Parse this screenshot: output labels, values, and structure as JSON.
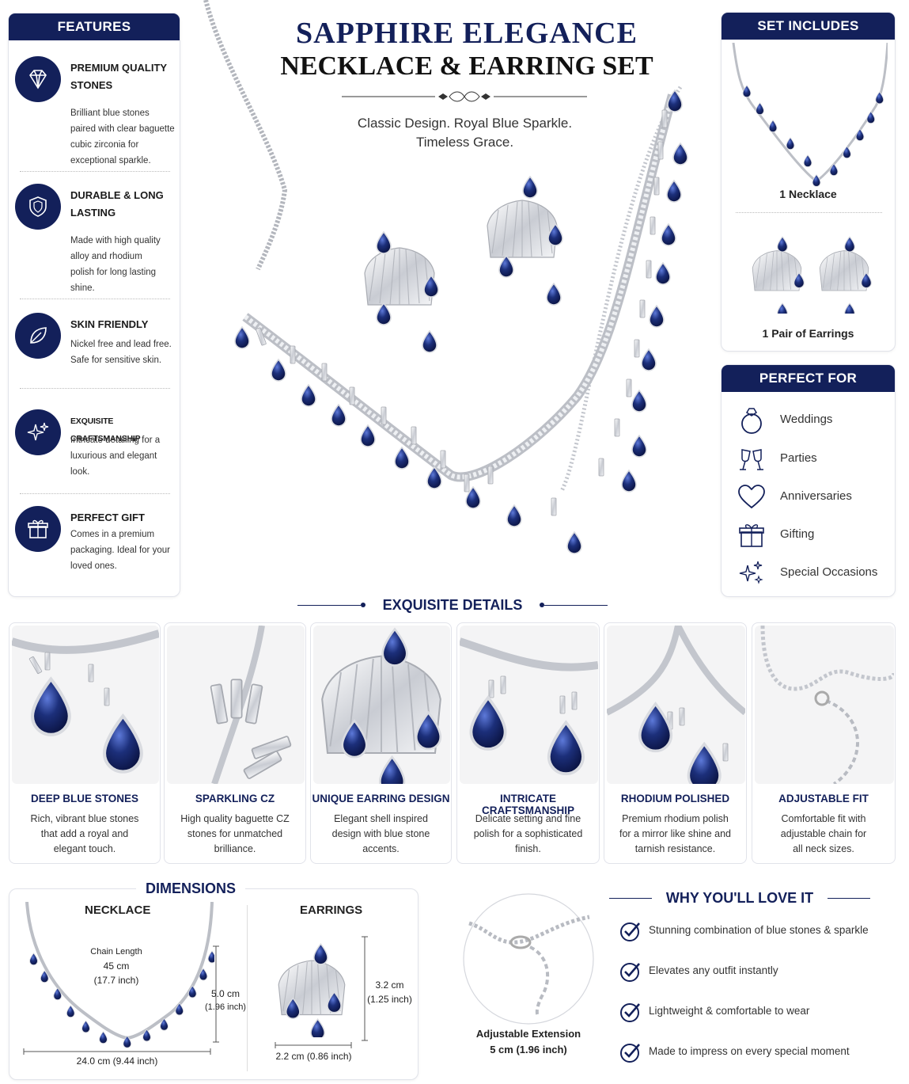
{
  "header": {
    "title_line1": "SAPPHIRE ELEGANCE",
    "title_line2": "NECKLACE & EARRING SET",
    "tagline_line1": "Classic Design. Royal Blue Sparkle.",
    "tagline_line2": "Timeless Grace."
  },
  "features": {
    "heading": "FEATURES",
    "items": [
      {
        "title_line1": "PREMIUM QUALITY",
        "title_line2": "STONES",
        "desc": [
          "Brilliant blue stones",
          "paired with clear baguette",
          "cubic zirconia for",
          "exceptional sparkle."
        ],
        "icon": "diamond-icon"
      },
      {
        "title_line1": "DURABLE & LONG",
        "title_line2": "LASTING",
        "desc": [
          "Made with high quality",
          "alloy and rhodium",
          "polish for long lasting",
          "shine."
        ],
        "icon": "shield-icon"
      },
      {
        "title_line1": "SKIN FRIENDLY",
        "title_line2": "",
        "desc": [
          "Nickel free and lead free.",
          "Safe for sensitive skin."
        ],
        "icon": "leaf-icon"
      },
      {
        "title_line1": "EXQUISITE CRAFTSMANSHIP",
        "title_line2": "",
        "desc": [
          "Intricate detailing for a",
          "luxurious and elegant",
          "look."
        ],
        "icon": "sparkle-icon"
      },
      {
        "title_line1": "PERFECT GIFT",
        "title_line2": "",
        "desc": [
          "Comes in a premium",
          "packaging. Ideal for your",
          "loved ones."
        ],
        "icon": "gift-icon"
      }
    ]
  },
  "set_includes": {
    "heading": "SET INCLUDES",
    "necklace_label": "1 Necklace",
    "earrings_label": "1 Pair of Earrings"
  },
  "perfect_for": {
    "heading": "PERFECT FOR",
    "items": [
      {
        "label": "Weddings",
        "icon": "ring-icon"
      },
      {
        "label": "Parties",
        "icon": "glasses-icon"
      },
      {
        "label": "Anniversaries",
        "icon": "heart-icon"
      },
      {
        "label": "Gifting",
        "icon": "gift-icon"
      },
      {
        "label": "Special Occasions",
        "icon": "sparkle-icon"
      }
    ]
  },
  "details": {
    "heading": "EXQUISITE DETAILS",
    "items": [
      {
        "title": "DEEP BLUE STONES",
        "desc": [
          "Rich, vibrant blue stones",
          "that add a royal and",
          "elegant touch."
        ]
      },
      {
        "title": "SPARKLING CZ",
        "desc": [
          "High quality baguette CZ",
          "stones for unmatched",
          "brilliance."
        ]
      },
      {
        "title": "UNIQUE EARRING DESIGN",
        "desc": [
          "Elegant shell inspired",
          "design with blue stone",
          "accents."
        ]
      },
      {
        "title": "INTRICATE CRAFTSMANSHIP",
        "desc": [
          "Delicate setting and fine",
          "polish for a sophisticated",
          "finish."
        ]
      },
      {
        "title": "RHODIUM POLISHED",
        "desc": [
          "Premium rhodium polish",
          "for a mirror like shine and",
          "tarnish resistance."
        ]
      },
      {
        "title": "ADJUSTABLE FIT",
        "desc": [
          "Comfortable fit with",
          "adjustable chain for",
          "all neck sizes."
        ]
      }
    ]
  },
  "dimensions": {
    "heading": "DIMENSIONS",
    "necklace": {
      "label": "NECKLACE",
      "chain_label": "Chain Length",
      "chain_cm": "45 cm",
      "chain_in": "(17.7 inch)",
      "height_cm": "5.0 cm",
      "height_in": "(1.96 inch)",
      "width": "24.0 cm (9.44 inch)"
    },
    "earrings": {
      "label": "EARRINGS",
      "height_cm": "3.2 cm",
      "height_in": "(1.25 inch)",
      "width": "2.2 cm (0.86 inch)"
    },
    "extension_label": "Adjustable Extension",
    "extension_value": "5 cm (1.96 inch)"
  },
  "why": {
    "heading": "WHY YOU'LL LOVE IT",
    "items": [
      "Stunning combination of blue stones & sparkle",
      "Elevates any outfit instantly",
      "Lightweight & comfortable to wear",
      "Made to impress on every special moment"
    ]
  },
  "colors": {
    "navy": "#13205a",
    "sapphire": "#1c2f7a",
    "silver": "#c9ccd3"
  }
}
